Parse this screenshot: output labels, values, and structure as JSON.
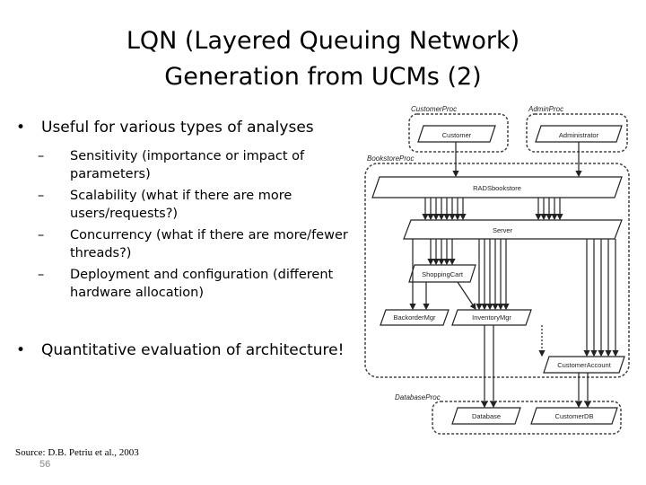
{
  "slide": {
    "title_line1": "LQN (Layered Queuing Network)",
    "title_line2": "Generation from UCMs (2)",
    "bullet1": "Useful for various types of analyses",
    "sub_bullets": [
      "Sensitivity (importance or impact of parameters)",
      "Scalability (what if there are more users/requests?)",
      "Concurrency (what if there are more/fewer threads?)",
      "Deployment and configuration (different hardware allocation)"
    ],
    "bullet2": "Quantitative evaluation of architecture!",
    "source": "Source: D.B. Petriu et al., 2003",
    "page_number": "56",
    "bullet_glyph": "•",
    "dash_glyph": "–"
  },
  "diagram": {
    "processors": {
      "customer": "CustomerProc",
      "admin": "AdminProc",
      "bookstore": "BookstoreProc",
      "database": "DatabaseProc"
    },
    "tasks": {
      "customer": "Customer",
      "administrator": "Administrator",
      "radsbookstore": "RADSbookstore",
      "server": "Server",
      "shoppingcart": "ShoppingCart",
      "backorder": "BackorderMgr",
      "inventory": "InventoryMgr",
      "customeraccount": "CustomerAccount",
      "databasetask": "Database",
      "customerdb": "CustomerDB"
    }
  }
}
